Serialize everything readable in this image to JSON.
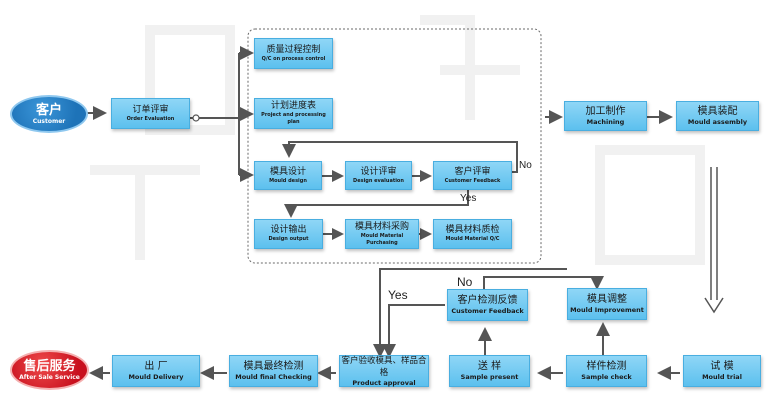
{
  "nodes": {
    "customer": {
      "zh": "客户",
      "en": "Customer"
    },
    "order_evaluation": {
      "zh": "订单评审",
      "en": "Order Evaluation"
    },
    "qc": {
      "zh": "质量过程控制",
      "en": "Q/C on process control"
    },
    "project_plan": {
      "zh": "计划进度表",
      "en": "Project and processing plan"
    },
    "mould_design": {
      "zh": "模具设计",
      "en": "Mould design"
    },
    "design_evaluation": {
      "zh": "设计评审",
      "en": "Design evaluation"
    },
    "customer_feedback_top": {
      "zh": "客户评审",
      "en": "Customer Feedback"
    },
    "design_output": {
      "zh": "设计输出",
      "en": "Design output"
    },
    "material_purchasing": {
      "zh": "模具材料采购",
      "en": "Mould Material Purchasing"
    },
    "material_qc": {
      "zh": "模具材料质检",
      "en": "Mould Material Q/C"
    },
    "machining": {
      "zh": "加工制作",
      "en": "Machining"
    },
    "mould_assembly": {
      "zh": "模具装配",
      "en": "Mould assembly"
    },
    "mould_trial": {
      "zh": "试 模",
      "en": "Mould trial"
    },
    "sample_check": {
      "zh": "样件检测",
      "en": "Sample check"
    },
    "sample_present": {
      "zh": "送 样",
      "en": "Sample present"
    },
    "customer_feedback": {
      "zh": "客户检测反馈",
      "en": "Customer Feedback"
    },
    "mould_improvement": {
      "zh": "模具调整",
      "en": "Mould Improvement"
    },
    "product_approval": {
      "zh": "客户验收模具、样品合格",
      "en": "Product approval"
    },
    "final_checking": {
      "zh": "模具最终检测",
      "en": "Mould final Checking"
    },
    "delivery": {
      "zh": "出 厂",
      "en": "Mould Delivery"
    },
    "after_sale": {
      "zh": "售后服务",
      "en": "After Sale Service"
    }
  },
  "edge_labels": {
    "no_top": "No",
    "yes_top": "Yes",
    "no_bottom": "No",
    "yes_bottom": "Yes"
  },
  "colors": {
    "box_fill": "#6ec8f2",
    "customer_oval": "#1e73b8",
    "after_sale_oval": "#d91a2a",
    "arrow": "#555555"
  }
}
